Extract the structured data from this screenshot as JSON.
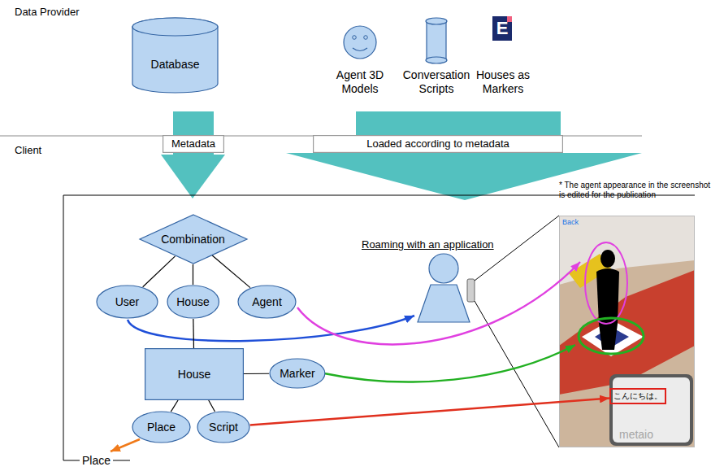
{
  "diagram": {
    "nodes": [
      {
        "text": [
          "Database"
        ]
      },
      {
        "text": [
          "Metadata"
        ]
      },
      {
        "text": [
          "Loaded according to metadata"
        ]
      },
      {
        "text": [
          "Combination"
        ]
      },
      {
        "text": [
          "User"
        ]
      },
      {
        "text": [
          "House"
        ]
      },
      {
        "text": [
          "Agent"
        ]
      },
      {
        "text": [
          "House"
        ]
      },
      {
        "text": [
          "Marker"
        ]
      },
      {
        "text": [
          "Place"
        ]
      },
      {
        "text": [
          "Script"
        ]
      },
      {
        "text": [
          "こんにちは。"
        ]
      }
    ],
    "edges": [
      {
        "from": 3,
        "to": 4,
        "arrow": "none"
      },
      {
        "from": 3,
        "to": 5,
        "arrow": "none"
      },
      {
        "from": 3,
        "to": 6,
        "arrow": "none"
      },
      {
        "from": 5,
        "to": 7,
        "arrow": "none"
      },
      {
        "from": 7,
        "to": 8,
        "arrow": "none"
      },
      {
        "from": 7,
        "to": 9,
        "arrow": "none"
      },
      {
        "from": 7,
        "to": 10,
        "arrow": "none"
      },
      {
        "from": 10,
        "to": 11,
        "arrow": "to"
      }
    ],
    "labels": [
      "Data Provider",
      "Agent 3D Models",
      "Conversation Scripts",
      "Houses as Markers",
      "E",
      "Client",
      "* The agent appearance in the screenshot is edited for the publication",
      "Roaming with an application",
      "Back",
      "metaio",
      "Place"
    ]
  }
}
